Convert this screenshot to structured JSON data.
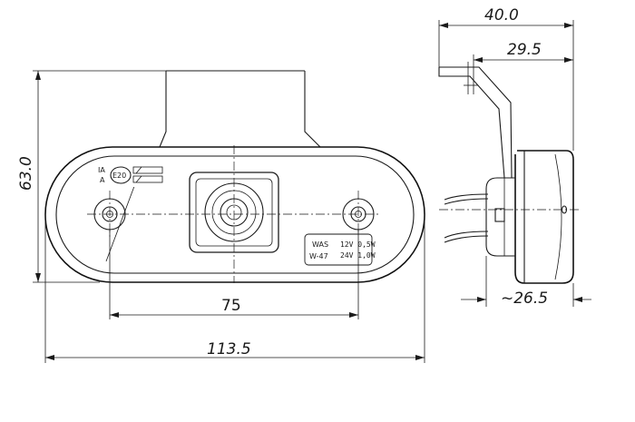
{
  "dimensions": {
    "overall_width": "113.5",
    "hole_spacing": "75",
    "height": "63.0",
    "side_depth": "40.0",
    "bracket_offset": "29.5",
    "body_depth": "~26.5"
  },
  "markings": {
    "class_top": "IA",
    "class_bottom": "A",
    "approval": "E20",
    "maker": "WAS",
    "model": "W-47",
    "rating_12v": "12V 0,5W",
    "rating_24v": "24V 1,0W"
  },
  "colors": {
    "line": "#1a1a1a",
    "background": "#ffffff"
  }
}
